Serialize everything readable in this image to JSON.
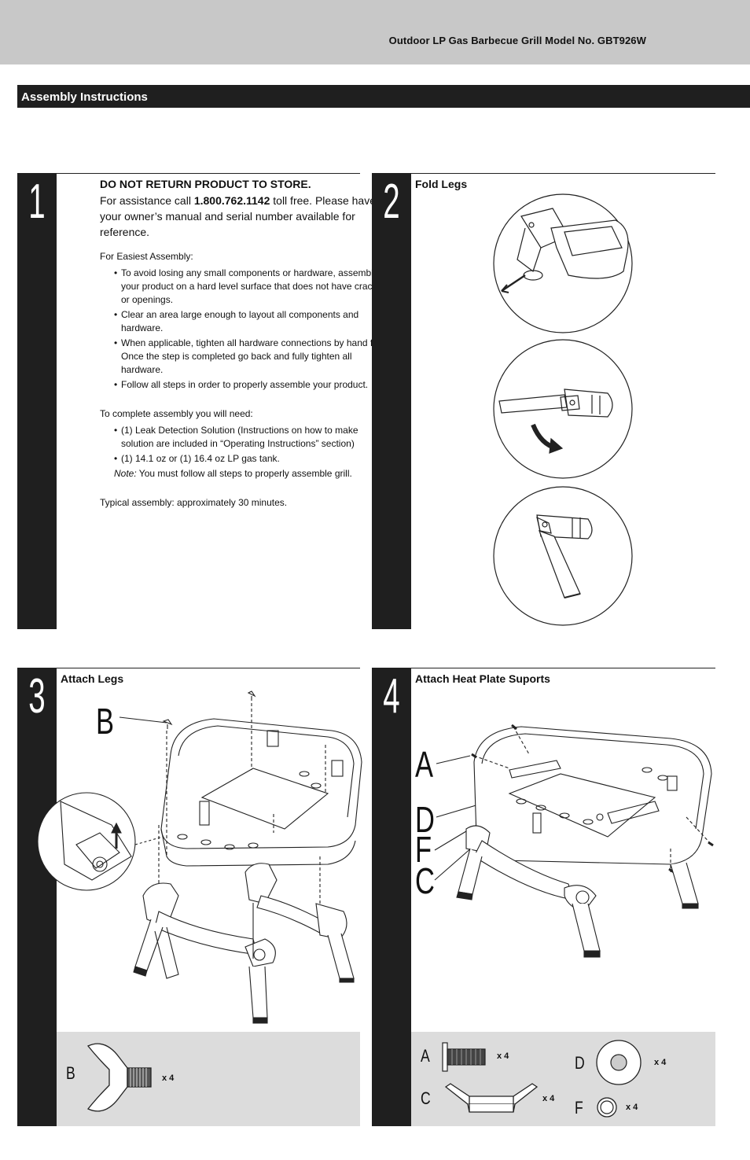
{
  "header": {
    "title": "Outdoor LP Gas Barbecue Grill  Model No. GBT926W"
  },
  "section": {
    "title": "Assembly Instructions"
  },
  "step1": {
    "number": "1",
    "heading": "DO NOT RETURN PRODUCT TO STORE.",
    "assist_prefix": "For assistance call ",
    "phone": "1.800.762.1142",
    "assist_suffix": " toll free. Please have your owner’s manual and serial number available for reference.",
    "easiest_title": "For Easiest Assembly:",
    "easiest_items": [
      "To avoid losing any small components or hardware, assemble your product on a hard level surface that does not have cracks or openings.",
      "Clear an area large enough to layout all components and hardware.",
      "When applicable, tighten all hardware connections by hand first. Once the step is completed go back and fully tighten all hardware.",
      "Follow all steps in order to properly assemble your product."
    ],
    "need_title": "To complete assembly you will need:",
    "need_items": [
      "(1) Leak Detection Solution (Instructions on how to make solution are included in “Operating Instructions” section)",
      "(1) 14.1 oz or (1) 16.4 oz LP gas tank."
    ],
    "note_label": "Note:",
    "note_text": " You must follow all steps to properly assemble grill.",
    "typical": "Typical assembly: approximately 30 minutes."
  },
  "step2": {
    "number": "2",
    "title": "Fold Legs"
  },
  "step3": {
    "number": "3",
    "title": "Attach Legs",
    "callout": "B",
    "parts": [
      {
        "label": "B",
        "qty": "x 4"
      }
    ]
  },
  "step4": {
    "number": "4",
    "title": "Attach Heat Plate Suports",
    "callouts": [
      "A",
      "D",
      "F",
      "C"
    ],
    "parts": [
      {
        "label": "A",
        "qty": "x 4"
      },
      {
        "label": "C",
        "qty": "x 4"
      },
      {
        "label": "D",
        "qty": "x 4"
      },
      {
        "label": "F",
        "qty": "x 4"
      }
    ]
  }
}
